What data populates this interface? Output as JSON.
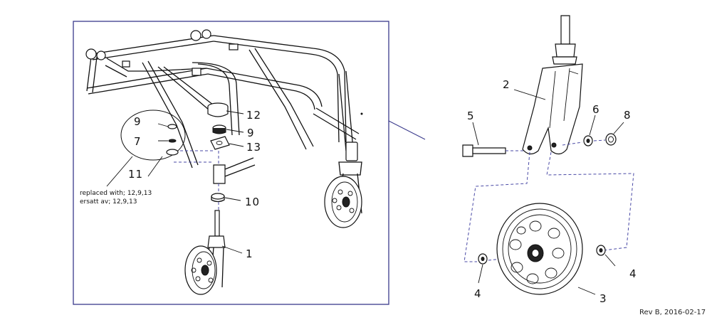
{
  "callouts": {
    "c1": "1",
    "c2": "2",
    "c3": "3",
    "c4a": "4",
    "c4b": "4",
    "c5": "5",
    "c6": "6",
    "c7": "7",
    "c8": "8",
    "c9a": "9",
    "c9b": "9",
    "c10": "10",
    "c11": "11",
    "c12": "12",
    "c13": "13"
  },
  "notes": {
    "replaced_en": "replaced with; 12,9,13",
    "replaced_sv": "ersatt av; 12,9,13"
  },
  "revision": "Rev B, 2016-02-17",
  "colors": {
    "frame_border": "#3a3a8c",
    "dashed_leaders": "#4a4aa6",
    "linework": "#111111"
  }
}
